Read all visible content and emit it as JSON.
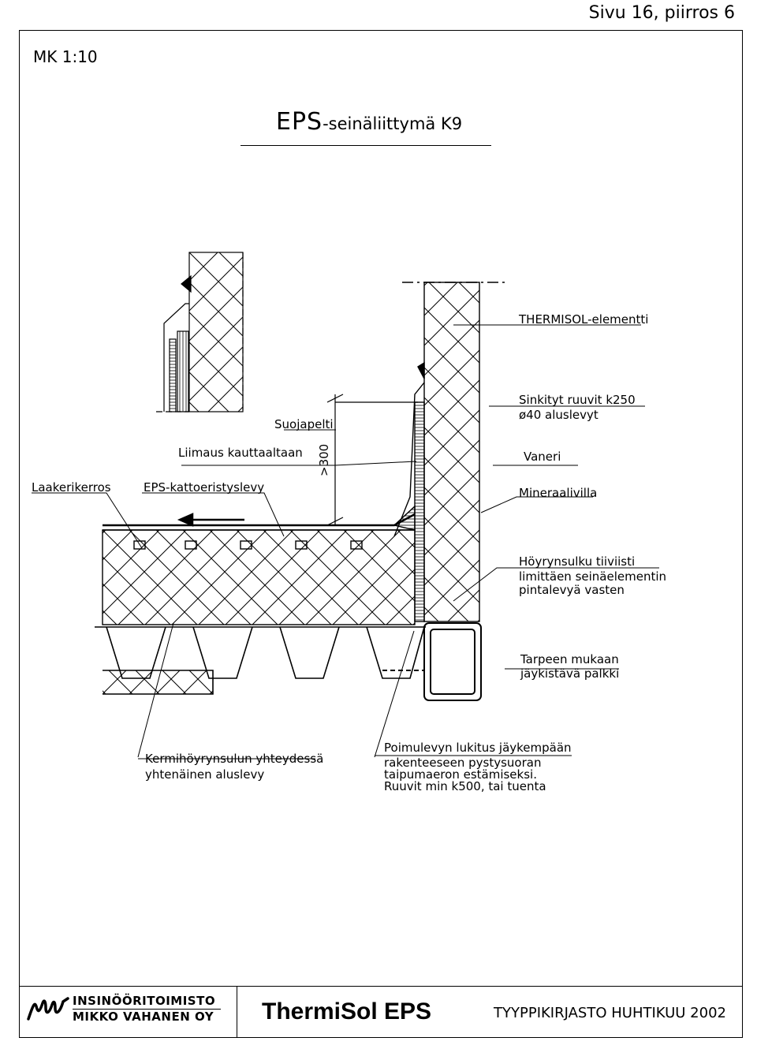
{
  "header": {
    "page_ref": "Sivu 16, piirros 6"
  },
  "scale": "MK 1:10",
  "title": {
    "main": "EPS",
    "sub": "-seinäliittymä K9"
  },
  "labels": {
    "thermisol": "THERMISOL-elementti",
    "suojapelti": "Suojapelti",
    "sinkityt_1": "Sinkityt ruuvit k250",
    "sinkityt_2": "ø40 aluslevyt",
    "liimaus": "Liimaus kauttaaltaan",
    "vaneri": "Vaneri",
    "dimension": ">300",
    "laakerikerros": "Laakerikerros",
    "eps_kattoeristyslevy": "EPS-kattoeristyslevy",
    "mineraalivilla": "Mineraalivilla",
    "hoyrynsulku_1": "Höyrynsulku tiiviisti",
    "hoyrynsulku_2": "limittäen seinäelementin",
    "hoyrynsulku_3": "pintalevyä vasten",
    "tarpeen_1": "Tarpeen mukaan",
    "tarpeen_2": "jäykistävä palkki",
    "kermi_1": "Kermihöyrynsulun yhteydessä",
    "kermi_2": "yhtenäinen aluslevy",
    "poimu_1": "Poimulevyn lukitus jäykempään",
    "poimu_2": "rakenteeseen pystysuoran",
    "poimu_3": "taipumaeron estämiseksi.",
    "poimu_4": "Ruuvit min k500, tai tuenta"
  },
  "footer": {
    "company_line1": "INSINÖÖRITOIMISTO",
    "company_line2": "MIKKO VAHANEN OY",
    "logo_icon": "mv-signature-logo",
    "product": "ThermiSol EPS",
    "library": "TYYPPIKIRJASTO HUHTIKUU 2002"
  }
}
